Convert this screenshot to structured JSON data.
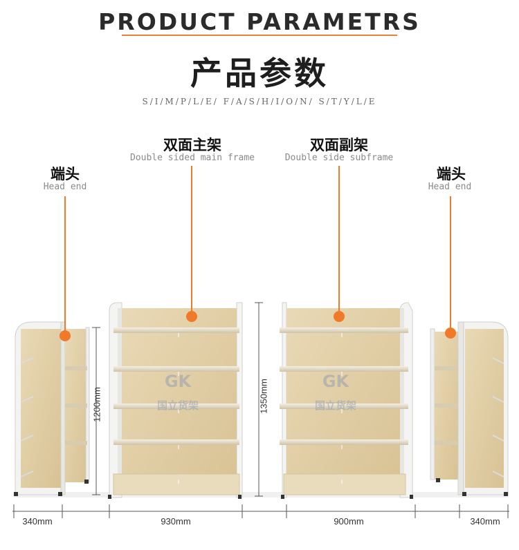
{
  "header": {
    "title_en": "PRODUCT PARAMETRS",
    "title_cn": "产品参数",
    "subtitle": "S/I/M/P/L/E/  F/A/S/H/I/O/N/  S/T/Y/L/E"
  },
  "labels": {
    "left_end": {
      "cn": "端头",
      "en": "Head end"
    },
    "main_frame": {
      "cn": "双面主架",
      "en": "Double sided main frame"
    },
    "sub_frame": {
      "cn": "双面副架",
      "en": "Double side subframe"
    },
    "right_end": {
      "cn": "端头",
      "en": "Head end"
    }
  },
  "dimensions": {
    "left_end_width": "340mm",
    "main_width": "930mm",
    "sub_width": "900mm",
    "right_end_width": "340mm",
    "end_height": "1200mm",
    "main_height": "1350mm"
  },
  "watermark": {
    "logo": "GK",
    "text": "国立货架"
  },
  "colors": {
    "accent": "#f07a2a",
    "wood": "#e3d1a9",
    "frame": "#f1f1ef"
  }
}
